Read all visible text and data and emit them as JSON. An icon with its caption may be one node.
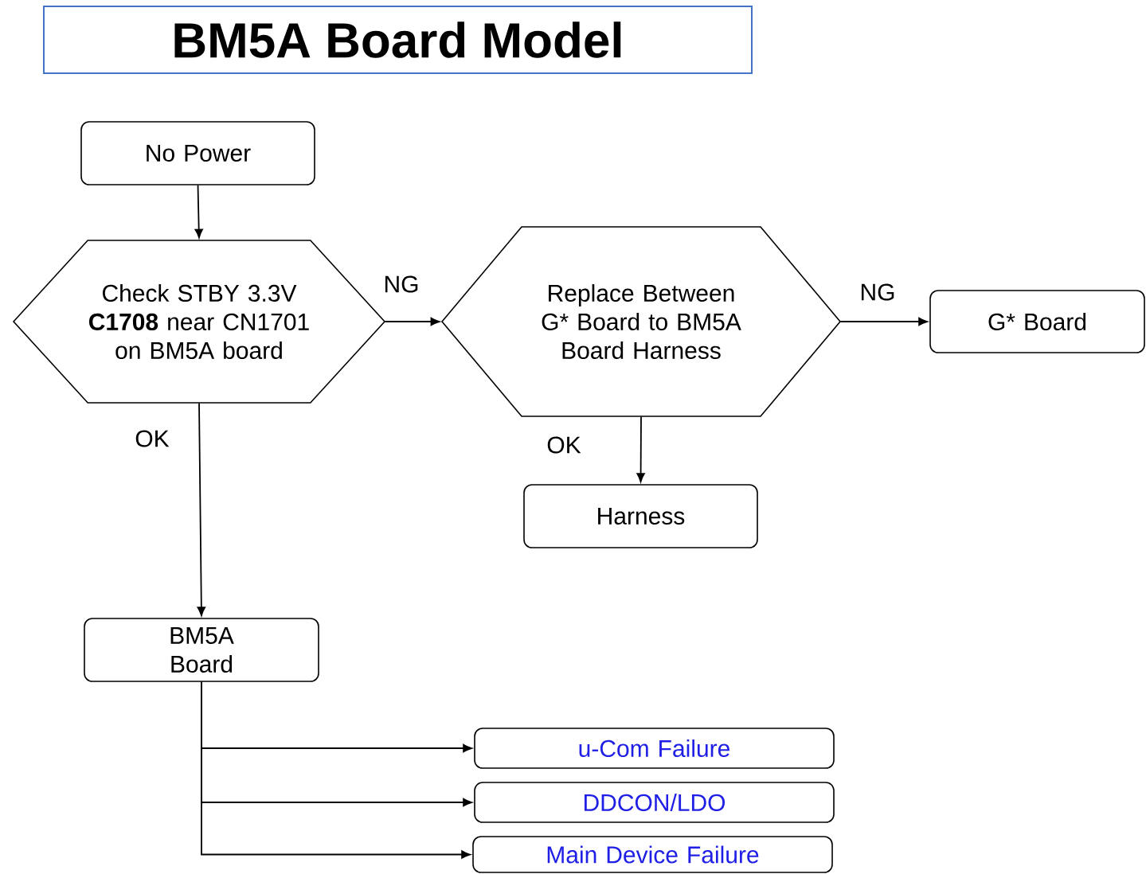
{
  "diagram": {
    "title": "BM5A Board Model",
    "nodes": [
      {
        "text": [
          "No Power"
        ]
      },
      {
        "text": [
          "Check STBY 3.3V **C1708** near CN1701 on BM5A board"
        ]
      },
      {
        "text": [
          "Replace Between G* Board to BM5A Board Harness"
        ]
      },
      {
        "text": [
          "G* Board"
        ]
      },
      {
        "text": [
          "Harness"
        ]
      },
      {
        "text": [
          "BM5A Board"
        ]
      },
      {
        "text": [
          "u-Com Failure"
        ]
      },
      {
        "text": [
          "DDCON/LDO"
        ]
      },
      {
        "text": [
          "Main Device Failure"
        ]
      }
    ],
    "edges": [
      {
        "from": 0,
        "to": 1,
        "arrow": "to"
      },
      {
        "from": 1,
        "to": 2,
        "arrow": "to",
        "label": "NG"
      },
      {
        "from": 2,
        "to": 3,
        "arrow": "to",
        "label": "NG"
      },
      {
        "from": 2,
        "to": 4,
        "arrow": "to",
        "label": "OK"
      },
      {
        "from": 1,
        "to": 5,
        "arrow": "to",
        "label": "OK"
      },
      {
        "from": 5,
        "to": 6,
        "arrow": "to"
      },
      {
        "from": 5,
        "to": 7,
        "arrow": "to"
      },
      {
        "from": 5,
        "to": 8,
        "arrow": "to"
      }
    ]
  }
}
